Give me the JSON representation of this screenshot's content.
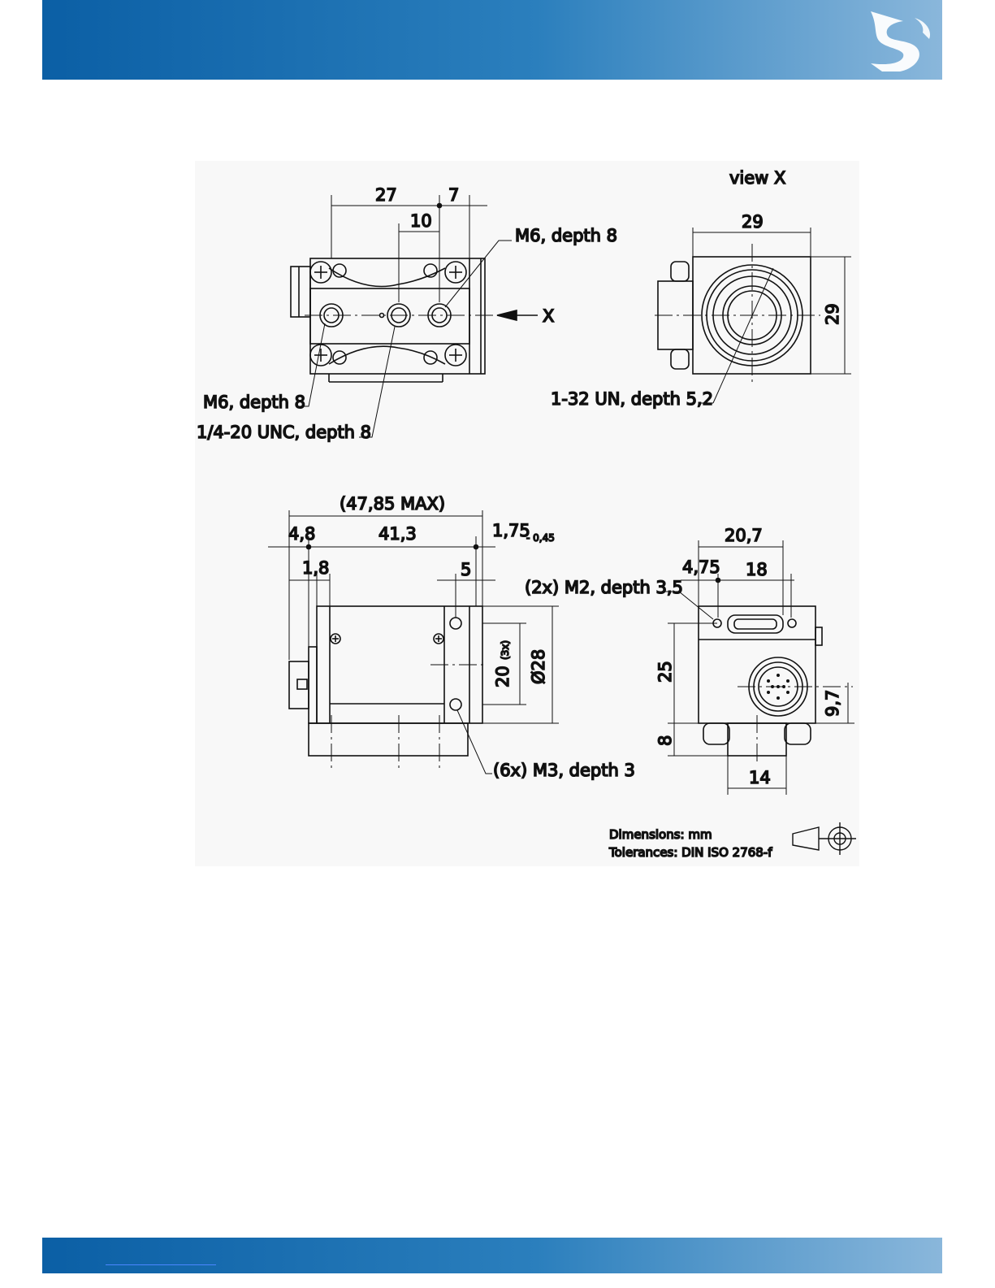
{
  "drawing": {
    "top_view": {
      "dim_27": "27",
      "dim_7": "7",
      "dim_10": "10",
      "callout_m6_right": "M6, depth 8",
      "callout_m6_left": "M6, depth 8",
      "callout_unc": "1/4-20 UNC, depth 8",
      "arrow_x": "X"
    },
    "view_x": {
      "title": "view X",
      "dim_width": "29",
      "dim_height": "29",
      "callout_thread": "1-32 UN, depth 5,2"
    },
    "side_view": {
      "dim_overall": "(47,85 MAX)",
      "dim_4_8": "4,8",
      "dim_41_3": "41,3",
      "dim_1_75": "1,75",
      "tol_1_75": "- 0,45",
      "dim_1_8": "1,8",
      "dim_5": "5",
      "dim_20": "20",
      "dim_20_qty": "(3x)",
      "dim_dia_28": "Ø28",
      "callout_m3": "(6x) M3, depth 3"
    },
    "rear_view": {
      "dim_20_7": "20,7",
      "dim_4_75": "4,75",
      "dim_18": "18",
      "callout_m2": "(2x) M2, depth 3,5",
      "dim_25": "25",
      "dim_8": "8",
      "dim_9_7": "9,7",
      "dim_14": "14"
    },
    "notes": {
      "dimensions": "Dimensions: mm",
      "tolerances": "Tolerances: DIN ISO 2768-f"
    }
  },
  "colors": {
    "header_start": "#0b5fa5",
    "header_end": "#8ab7db",
    "line": "#111111",
    "panel": "#f8f8f8"
  },
  "icons": {
    "logo": "company-logo-icon",
    "projection_symbol": "first-angle-projection-icon"
  }
}
